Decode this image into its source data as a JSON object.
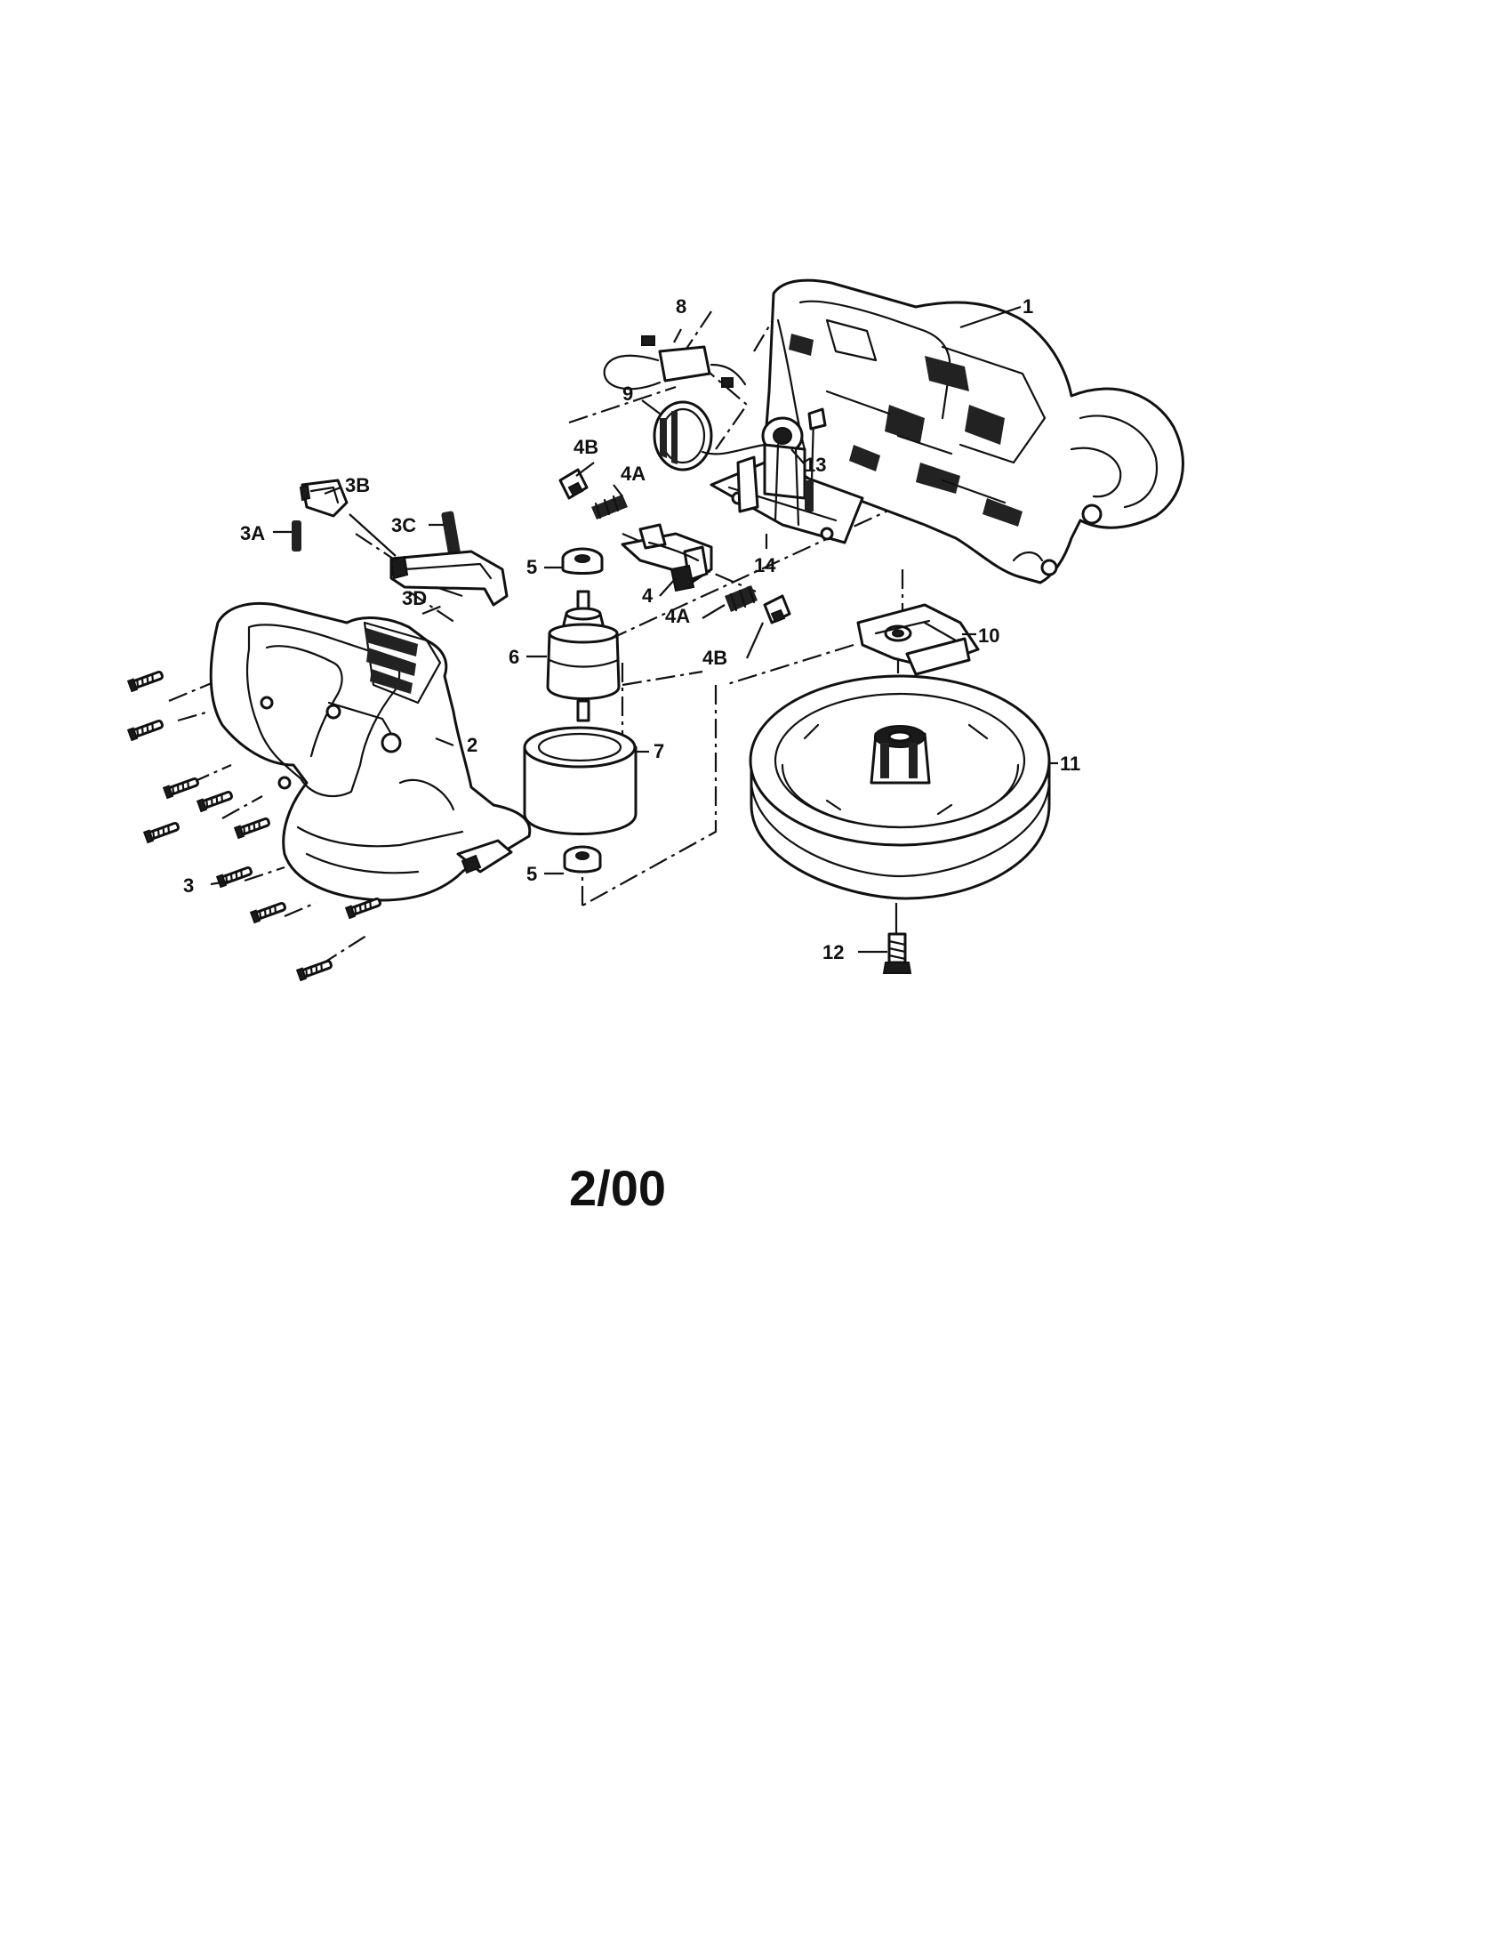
{
  "diagram": {
    "date_code": "2/00",
    "callouts": {
      "c1": "1",
      "c2": "2",
      "c3": "3",
      "c3a": "3A",
      "c3b": "3B",
      "c3c": "3C",
      "c3d": "3D",
      "c4": "4",
      "c4a_upper": "4A",
      "c4a_lower": "4A",
      "c4b_upper": "4B",
      "c4b_lower": "4B",
      "c5_upper": "5",
      "c5_lower": "5",
      "c6": "6",
      "c7": "7",
      "c8": "8",
      "c9": "9",
      "c10": "10",
      "c11": "11",
      "c12": "12",
      "c13": "13",
      "c14": "14"
    }
  }
}
